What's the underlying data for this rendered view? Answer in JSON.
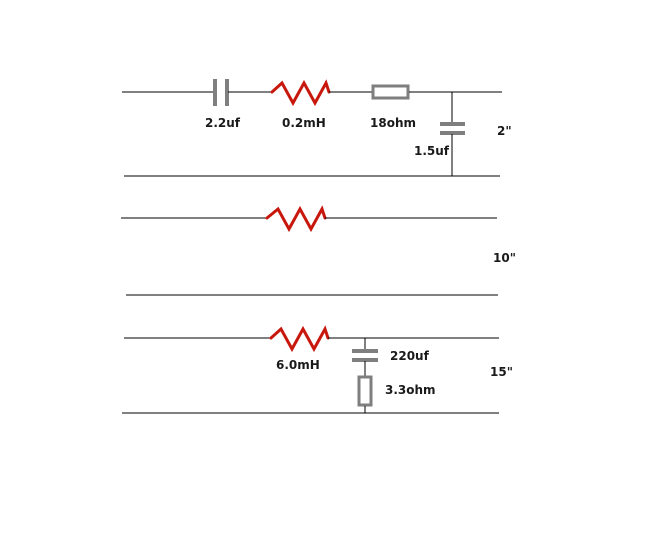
{
  "colors": {
    "wire": "#000000",
    "capacitor": "#7f7f7f",
    "resistor": "#7f7f7f",
    "inductor": "#c8170c",
    "text": "#1a1a1a"
  },
  "circuits": {
    "tweeter": {
      "driver_label": "2\"",
      "series_capacitor": "2.2uf",
      "series_inductor": "0.2mH",
      "series_resistor": "18ohm",
      "shunt_capacitor": "1.5uf"
    },
    "mid": {
      "driver_label": "10\""
    },
    "woofer": {
      "driver_label": "15\"",
      "series_inductor": "6.0mH",
      "shunt_capacitor": "220uf",
      "shunt_resistor": "3.3ohm"
    }
  }
}
